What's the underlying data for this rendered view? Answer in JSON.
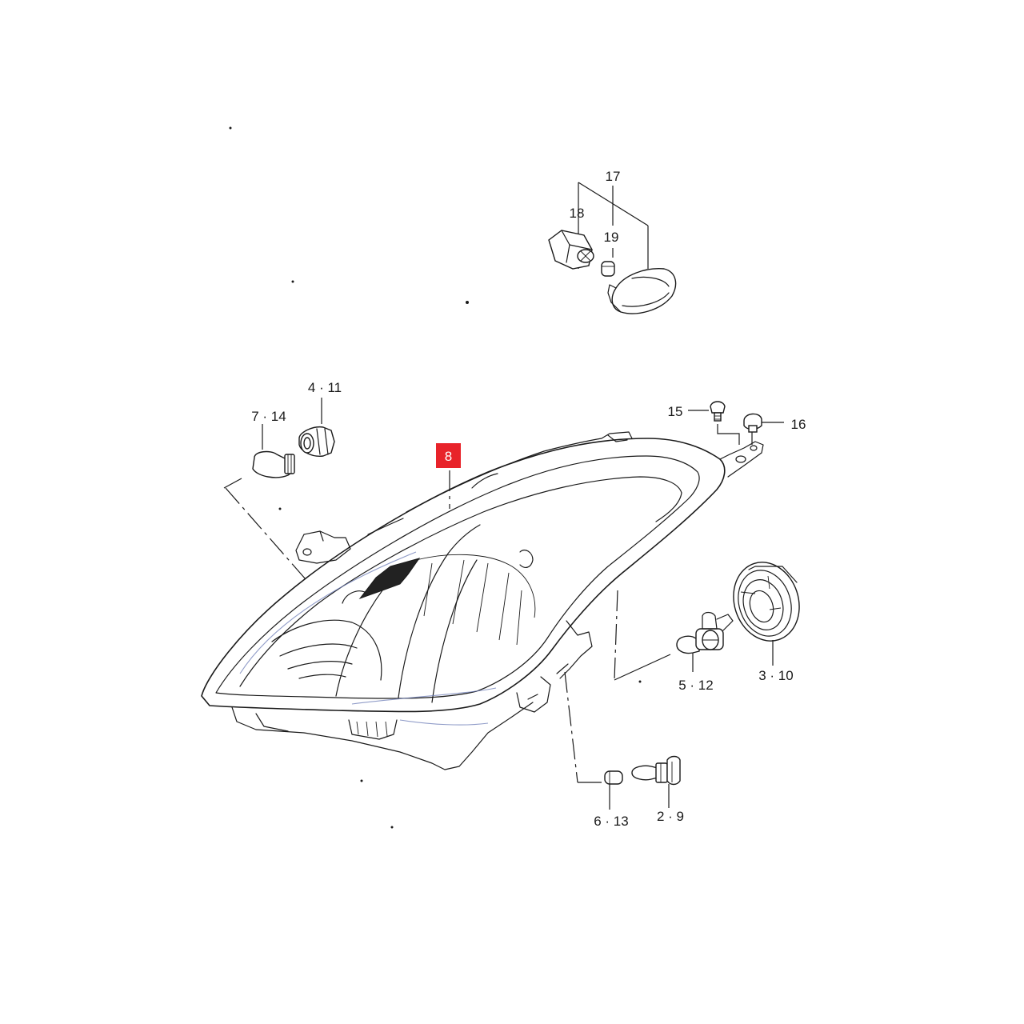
{
  "callouts": {
    "c17": "17",
    "c18": "18",
    "c19": "19",
    "c4_11": "4 · 11",
    "c7_14": "7 · 14",
    "c15": "15",
    "c16": "16",
    "c5_12": "5 · 12",
    "c3_10": "3 · 10",
    "c6_13": "6 · 13",
    "c2_9": "2 · 9",
    "c8": "8"
  },
  "colors": {
    "line": "#1a1a1a",
    "highlight_box": "#e8232a",
    "highlight_text": "#ffffff",
    "background": "#ffffff"
  }
}
